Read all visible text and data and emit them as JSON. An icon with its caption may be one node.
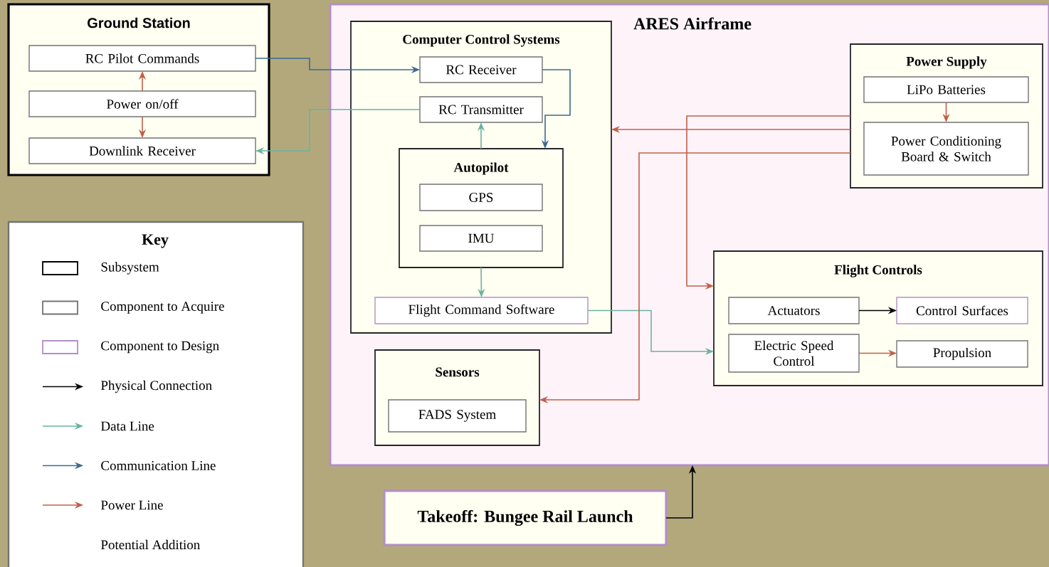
{
  "diagram": {
    "nodes": [
      {
        "text": [
          "Ground Station"
        ]
      },
      {
        "text": [
          "RC Pilot Commands"
        ],
        "in": 0
      },
      {
        "text": [
          "Power on/off"
        ],
        "in": 0
      },
      {
        "text": [
          "Downlink Receiver"
        ],
        "in": 0
      },
      {
        "text": [
          "ARES Airframe"
        ]
      },
      {
        "text": [
          "Computer Control Systems"
        ],
        "in": 4
      },
      {
        "text": [
          "RC Receiver"
        ],
        "in": 5
      },
      {
        "text": [
          "RC Transmitter"
        ],
        "in": 5
      },
      {
        "text": [
          "Autopilot"
        ],
        "in": 5
      },
      {
        "text": [
          "GPS"
        ],
        "in": 8
      },
      {
        "text": [
          "IMU"
        ],
        "in": 8
      },
      {
        "text": [
          "Flight Command Software"
        ],
        "in": 5
      },
      {
        "text": [
          "Power Supply"
        ],
        "in": 4
      },
      {
        "text": [
          "LiPo Batteries"
        ],
        "in": 12
      },
      {
        "text": [
          "Power Conditioning Board & Switch"
        ],
        "in": 12
      },
      {
        "text": [
          "Flight Controls"
        ],
        "in": 4
      },
      {
        "text": [
          "Actuators"
        ],
        "in": 15
      },
      {
        "text": [
          "Control Surfaces"
        ],
        "in": 15
      },
      {
        "text": [
          "Electric Speed Control"
        ],
        "in": 15
      },
      {
        "text": [
          "Propulsion"
        ],
        "in": 15
      },
      {
        "text": [
          "Sensors"
        ],
        "in": 4
      },
      {
        "text": [
          "FADS System"
        ],
        "in": 20
      },
      {
        "text": [
          "Takeoff: Bungee Rail Launch"
        ]
      }
    ],
    "edges": [
      {
        "from": 2,
        "to": 1,
        "arrow": "to"
      },
      {
        "from": 2,
        "to": 3,
        "arrow": "to"
      },
      {
        "from": 1,
        "to": 6,
        "arrow": "to",
        "color": "#3d6a8e"
      },
      {
        "from": 7,
        "to": 3,
        "arrow": "to",
        "color": "#6ab3a0"
      },
      {
        "from": 6,
        "to": 8,
        "arrow": "to",
        "color": "#3d6a8e"
      },
      {
        "from": 8,
        "to": 7,
        "arrow": "to",
        "color": "#6ab3a0"
      },
      {
        "from": 8,
        "to": 11,
        "arrow": "to",
        "color": "#6ab3a0"
      },
      {
        "from": 11,
        "to": 15,
        "arrow": "to",
        "color": "#6ab3a0"
      },
      {
        "from": 12,
        "to": 5,
        "arrow": "to"
      },
      {
        "from": 12,
        "to": 15,
        "arrow": "to"
      },
      {
        "from": 12,
        "to": 20,
        "arrow": "to"
      },
      {
        "from": 13,
        "to": 14,
        "arrow": "to"
      },
      {
        "from": 16,
        "to": 17,
        "arrow": "to",
        "color": "#000000"
      },
      {
        "from": 18,
        "to": 19,
        "arrow": "to"
      },
      {
        "from": 22,
        "to": 4,
        "arrow": "to",
        "color": "#000000"
      }
    ],
    "labels": [
      "Key"
    ],
    "legend": [
      {
        "text": "Subsystem"
      },
      {
        "text": "Component to Acquire"
      },
      {
        "text": "Component to Design"
      },
      {
        "text": "Physical Connection"
      },
      {
        "text": "Data Line"
      },
      {
        "text": "Communication Line"
      },
      {
        "text": "Power Line"
      },
      {
        "text": "Potential Addition"
      }
    ]
  }
}
